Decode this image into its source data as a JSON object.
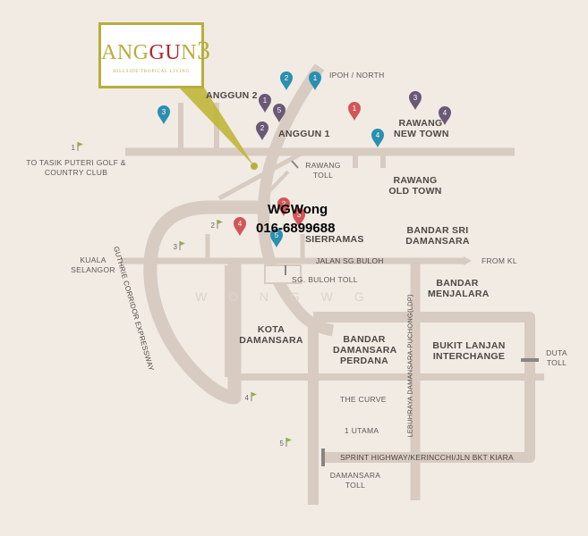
{
  "logo": {
    "brand_prefix": "ANG",
    "brand_highlight": "GU",
    "brand_suffix": "N",
    "brand_number": "3",
    "tagline": "HILLSIDE TROPICAL LIVING"
  },
  "watermark": {
    "name": "WGWong",
    "phone": "016-6899688",
    "faint_text": "W O N G W G"
  },
  "labels": {
    "ipoh_north": "IPOH / NORTH",
    "anggun2": "ANGGUN 2",
    "anggun1": "ANGGUN 1",
    "rawang_new_town_1": "RAWANG",
    "rawang_new_town_2": "NEW TOWN",
    "rawang_old_town_1": "RAWANG",
    "rawang_old_town_2": "OLD TOWN",
    "rawang_toll_1": "RAWANG",
    "rawang_toll_2": "TOLL",
    "tasik_1": "TO TASIK PUTERI GOLF &",
    "tasik_2": "COUNTRY CLUB",
    "kuala_selangor_1": "KUALA",
    "kuala_selangor_2": "SELANGOR",
    "sierramas": "SIERRAMAS",
    "bandar_sri_1": "BANDAR SRI",
    "bandar_sri_2": "DAMANSARA",
    "jalan_sg_buloh": "JALAN SG.BULOH",
    "from_kl": "FROM KL",
    "sg_buloh_toll": "SG. BULOH TOLL",
    "bandar_menjalara_1": "BANDAR",
    "bandar_menjalara_2": "MENJALARA",
    "kota_1": "KOTA",
    "kota_2": "DAMANSARA",
    "bdp_1": "BANDAR",
    "bdp_2": "DAMANSARA",
    "bdp_3": "PERDANA",
    "bukit_1": "BUKIT LANJAN",
    "bukit_2": "INTERCHANGE",
    "duta_1": "DUTA",
    "duta_2": "TOLL",
    "the_curve": "THE CURVE",
    "one_utama": "1 UTAMA",
    "damansara_toll_1": "DAMANSARA",
    "damansara_toll_2": "TOLL",
    "guthrie": "GUTHRIE CORRIDOR EXPRESSWAY",
    "ldp": "LEBUHRAYA DAMANSARA-PUCHONG(LDP)",
    "sprint": "SPRINT HIGHWAY/KERINCCHI/JLN BKT KIARA"
  },
  "colors": {
    "background": "#f1ebe4",
    "road": "#d7cbc2",
    "pin_teal": "#2a8fb0",
    "pin_purple": "#6b5878",
    "pin_red": "#d25557",
    "flag": "#8fb04a",
    "logo_gold": "#b8ad3e",
    "logo_red": "#b4232b"
  },
  "pins": [
    {
      "label": "2",
      "color": "teal"
    },
    {
      "label": "1",
      "color": "teal"
    },
    {
      "label": "3",
      "color": "teal"
    },
    {
      "label": "1",
      "color": "purple"
    },
    {
      "label": "5",
      "color": "purple"
    },
    {
      "label": "2",
      "color": "purple"
    },
    {
      "label": "1",
      "color": "red"
    },
    {
      "label": "3",
      "color": "purple"
    },
    {
      "label": "4",
      "color": "purple"
    },
    {
      "label": "4",
      "color": "teal"
    },
    {
      "label": "2",
      "color": "red"
    },
    {
      "label": "3",
      "color": "red"
    },
    {
      "label": "4",
      "color": "red"
    },
    {
      "label": "5",
      "color": "teal"
    }
  ],
  "flags": [
    {
      "label": "1"
    },
    {
      "label": "2"
    },
    {
      "label": "3"
    },
    {
      "label": "4"
    },
    {
      "label": "5"
    }
  ]
}
